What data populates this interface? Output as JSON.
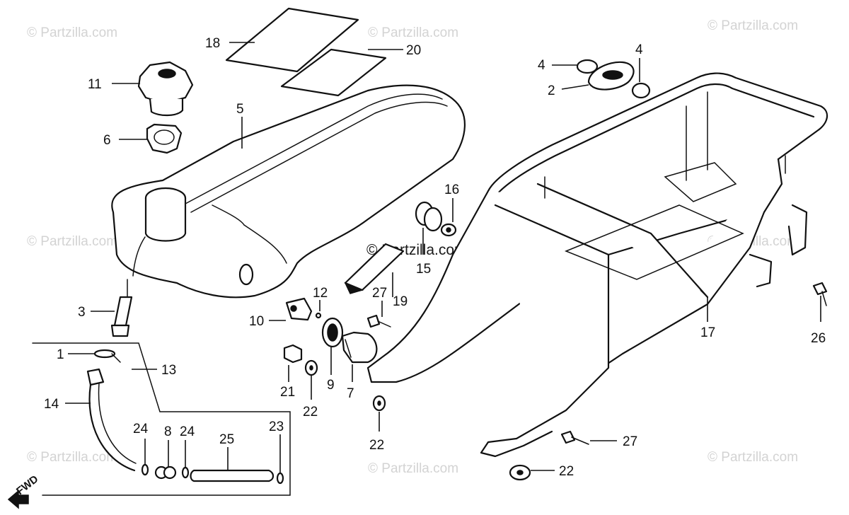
{
  "watermark": {
    "text": "© Partzilla.com",
    "center_text": "© Partzilla.com"
  },
  "fwd_label": "FWD",
  "callouts": [
    {
      "id": "c18",
      "label": "18"
    },
    {
      "id": "c20",
      "label": "20"
    },
    {
      "id": "c11",
      "label": "11"
    },
    {
      "id": "c5",
      "label": "5"
    },
    {
      "id": "c6",
      "label": "6"
    },
    {
      "id": "c4a",
      "label": "4"
    },
    {
      "id": "c4b",
      "label": "4"
    },
    {
      "id": "c2",
      "label": "2"
    },
    {
      "id": "c16",
      "label": "16"
    },
    {
      "id": "c15",
      "label": "15"
    },
    {
      "id": "c12",
      "label": "12"
    },
    {
      "id": "c27a",
      "label": "27"
    },
    {
      "id": "c19",
      "label": "19"
    },
    {
      "id": "c10",
      "label": "10"
    },
    {
      "id": "c3",
      "label": "3"
    },
    {
      "id": "c17",
      "label": "17"
    },
    {
      "id": "c26",
      "label": "26"
    },
    {
      "id": "c1",
      "label": "1"
    },
    {
      "id": "c13",
      "label": "13"
    },
    {
      "id": "c14",
      "label": "14"
    },
    {
      "id": "c21",
      "label": "21"
    },
    {
      "id": "c9",
      "label": "9"
    },
    {
      "id": "c7",
      "label": "7"
    },
    {
      "id": "c22a",
      "label": "22"
    },
    {
      "id": "c22b",
      "label": "22"
    },
    {
      "id": "c24a",
      "label": "24"
    },
    {
      "id": "c8",
      "label": "8"
    },
    {
      "id": "c24b",
      "label": "24"
    },
    {
      "id": "c25",
      "label": "25"
    },
    {
      "id": "c23",
      "label": "23"
    },
    {
      "id": "c27b",
      "label": "27"
    },
    {
      "id": "c22c",
      "label": "22"
    }
  ]
}
